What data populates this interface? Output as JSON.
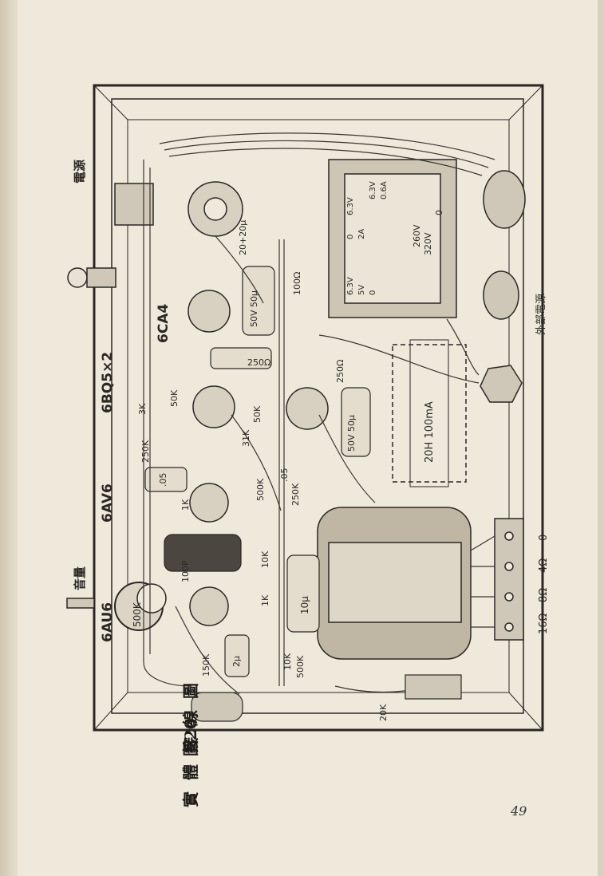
{
  "caption": {
    "figure_no": "圖20",
    "title": "實體接線圖"
  },
  "page_number": "49",
  "controls": {
    "volume": "音量",
    "power": "電源"
  },
  "tubes": [
    "6AU6",
    "6AV6",
    "6BQ5×2",
    "6CA4"
  ],
  "external_power": "外部電源",
  "output_taps": [
    "16Ω",
    "8Ω",
    "4Ω",
    "0"
  ],
  "choke": "20H 100mA",
  "power_transformer_taps": [
    "6.3V",
    "0",
    "6.3V",
    "2A",
    "5V",
    "0",
    "6.3V",
    "0.6A",
    "320V",
    "260V",
    "0"
  ],
  "components": {
    "filter_cap_main": "20+20μ",
    "cap_50v": "50V 50μ",
    "res_100": "100Ω",
    "res_250a": "250Ω",
    "res_250b": "250Ω",
    "res_3k": "3K",
    "res_50k_a": "50K",
    "res_50k_b": "50K",
    "res_250k_a": "250K",
    "res_1k": "1K",
    "cap_05_a": ".05",
    "cap_05_b": ".05",
    "res_500k_a": "500K",
    "res_250k_b": "250K",
    "cap_50v_b": "50V 50μ",
    "res_31k": "31K",
    "cap_100p": "100P",
    "res_10k_a": "10K",
    "res_1k_b": "1K",
    "cap_10u": "10μ",
    "pot_500k": "500K",
    "res_150k": "150K",
    "cap_2u": "2μ",
    "res_10k_b": "10K",
    "res_500k_b": "500K",
    "res_20k": "20K"
  }
}
